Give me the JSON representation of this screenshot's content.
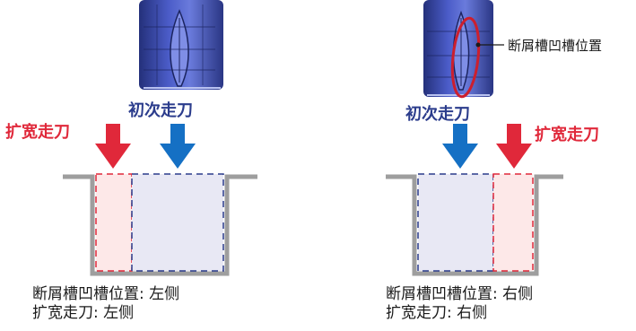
{
  "left_panel": {
    "label_expand": "扩宽走刀",
    "label_first": "初次走刀",
    "caption_line1": "断屑槽凹槽位置: 左侧",
    "caption_line2": "扩宽走刀: 左侧"
  },
  "right_panel": {
    "callout": "断屑槽凹槽位置",
    "label_first": "初次走刀",
    "label_expand": "扩宽走刀",
    "caption_line1": "断屑槽凹槽位置: 右侧",
    "caption_line2": "扩宽走刀: 右侧"
  },
  "colors": {
    "red": "#e0283a",
    "blue": "#1570c4",
    "navy": "#2b3c8c",
    "groove": "#9e9e9e",
    "pass_fill_red": "#fde8e8",
    "pass_fill_blue": "#e8e8f4",
    "tool_body": "#3a4aa8"
  },
  "icons": {
    "tool_image": "grooving-insert-icon",
    "arrow": "arrow-down-icon"
  }
}
